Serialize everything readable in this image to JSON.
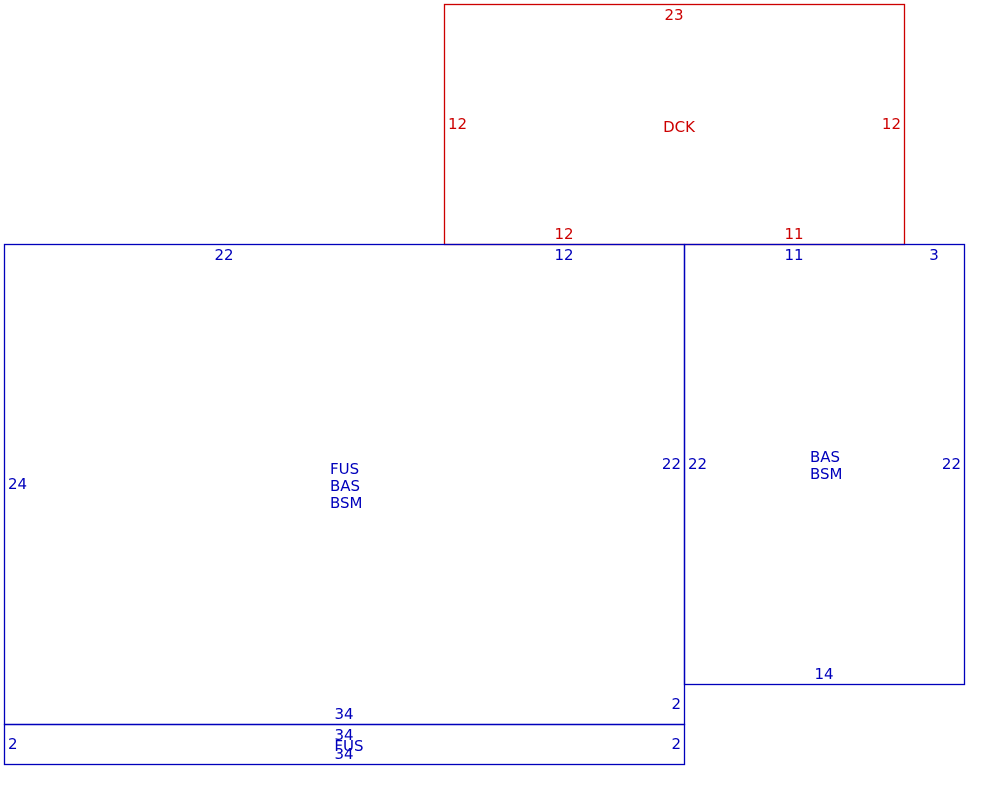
{
  "colors": {
    "deck": "#cc0000",
    "house": "#0000bb",
    "background": "#ffffff"
  },
  "deck": {
    "area_label": "DCK",
    "dims": {
      "top": "23",
      "left": "12",
      "right": "12",
      "bottom_left": "12",
      "bottom_right": "11"
    }
  },
  "main_section": {
    "area_labels": [
      "FUS",
      "BAS",
      "BSM"
    ],
    "dims": {
      "top_left": "22",
      "top_right": "12",
      "left": "24",
      "right": "22",
      "bottom": "34",
      "right_step": "2"
    }
  },
  "side_section": {
    "area_labels": [
      "BAS",
      "BSM"
    ],
    "dims": {
      "top_left": "11",
      "top_right": "3",
      "left": "22",
      "right": "22",
      "bottom": "14"
    }
  },
  "strip_section": {
    "area_label": "FUS",
    "dims": {
      "top": "34",
      "bottom": "34",
      "left": "2",
      "right": "2"
    }
  }
}
